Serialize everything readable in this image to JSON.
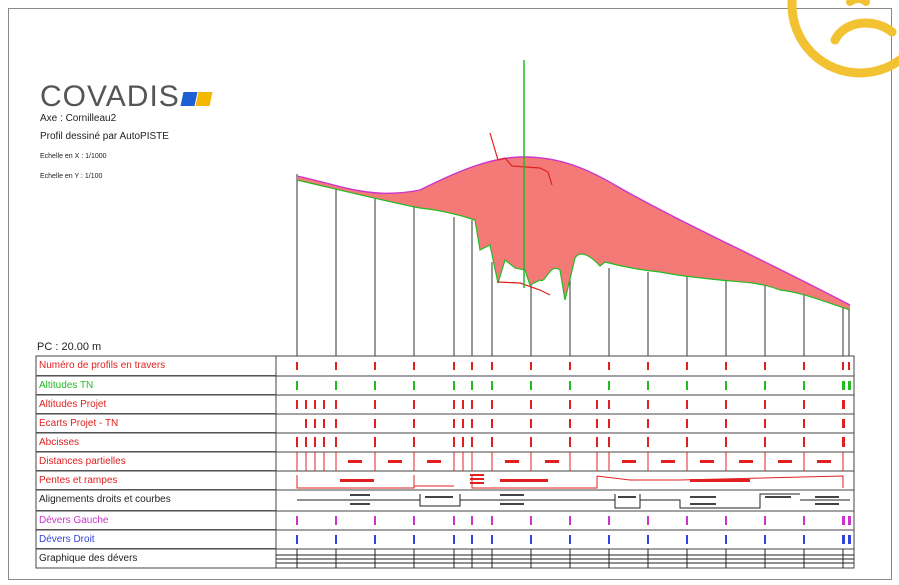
{
  "logo": {
    "text": "COVADIS",
    "colors": [
      "#1f5fd6",
      "#f5b800"
    ]
  },
  "axe": "Axe : Cornilleau2",
  "subtitle": "Profil dessiné par AutoPISTE",
  "echelle_x": "Echelle en X : 1/1000",
  "echelle_y": "Echelle en Y : 1/100",
  "pc": "PC : 20.00 m",
  "rows": [
    {
      "label": "Numéro de profils en travers",
      "color": "#e02020"
    },
    {
      "label": "Altitudes TN",
      "color": "#22bb22"
    },
    {
      "label": "Altitudes Projet",
      "color": "#e02020"
    },
    {
      "label": "Ecarts Projet - TN",
      "color": "#e02020"
    },
    {
      "label": "Abcisses",
      "color": "#e02020"
    },
    {
      "label": "Distances partielles",
      "color": "#e02020"
    },
    {
      "label": "Pentes et rampes",
      "color": "#e02020"
    },
    {
      "label": "Alignements droits et courbes",
      "color": "#222222"
    },
    {
      "label": "Dévers Gauche",
      "color": "#cc33cc"
    },
    {
      "label": "Dévers Droit",
      "color": "#3344dd"
    },
    {
      "label": "Graphique des dévers",
      "color": "#222222"
    }
  ],
  "colors": {
    "fill": "#f47a78",
    "tn_line": "#22bb22",
    "project_line": "#cc33cc",
    "vertical_marker": "#22bb22",
    "emoji": "#f2c233"
  },
  "icons": {
    "emoji": "sad-face-icon"
  }
}
